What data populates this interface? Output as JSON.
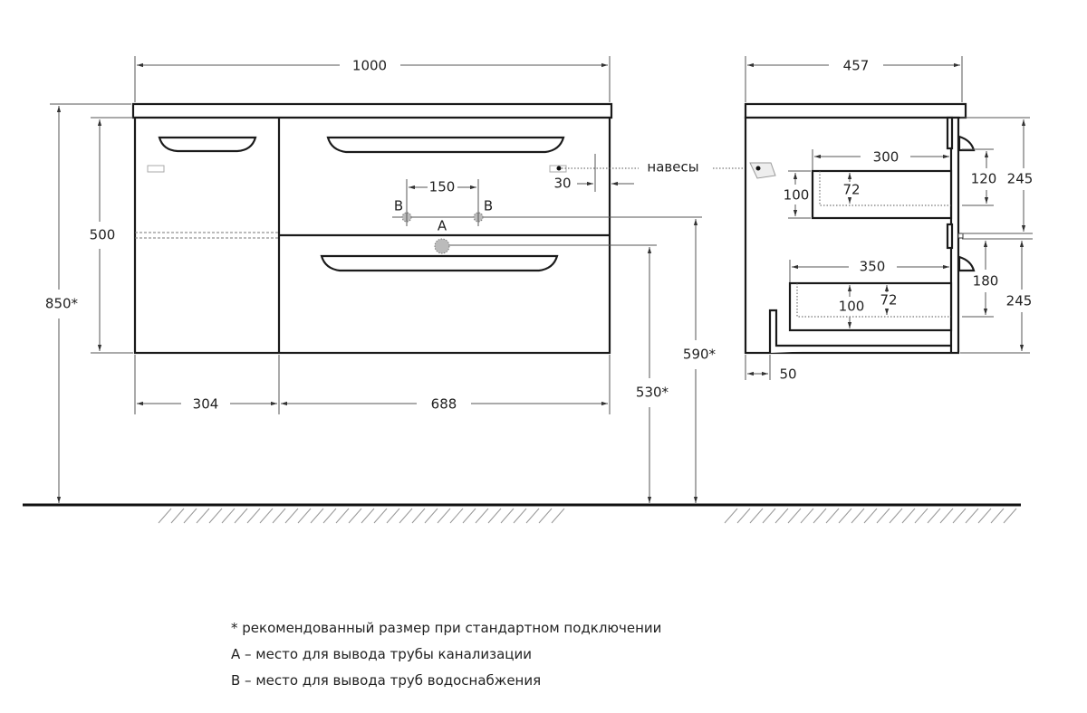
{
  "front_view": {
    "width_total": "1000",
    "height_total": "850*",
    "door_height": "500",
    "left_width": "304",
    "right_width": "688",
    "pipe_spacing": "150",
    "hinge_offset": "30",
    "drain_height": "530*",
    "water_height": "590*",
    "label_a": "A",
    "label_b": "B",
    "hinges_label": "навесы"
  },
  "side_view": {
    "depth_total": "457",
    "upper_drawer_depth": "300",
    "upper_drawer_height": "100",
    "upper_drawer_inner": "72",
    "upper_clearance": "120",
    "upper_front": "245",
    "lower_drawer_depth": "350",
    "lower_drawer_height": "100",
    "lower_drawer_inner": "72",
    "lower_clearance": "180",
    "lower_front": "245",
    "plinth_offset": "50"
  },
  "notes": [
    "* рекомендованный размер при стандартном подключении",
    "А – место для вывода трубы канализации",
    "В – место для вывода труб водоснабжения"
  ]
}
